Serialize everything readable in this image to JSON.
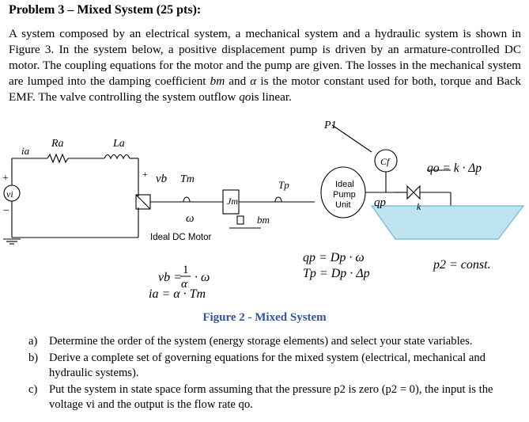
{
  "problem": {
    "title": "Problem 3 – Mixed System (25 pts):",
    "intro": {
      "part1": "A system composed by an electrical system, a mechanical system and a hydraulic system is shown in Figure 3. In the system below, a positive displacement pump is driven by an armature-controlled DC motor.  The coupling equations for the motor and the pump are given. The losses in the mechanical system are lumped into the damping coefficient ",
      "bm": "bm",
      "part2": " and ",
      "alpha": "α",
      "part3": " is the motor constant used for both, torque and Back EMF. The valve controlling the system outflow ",
      "qo": "qo",
      "part4": "is linear."
    }
  },
  "figure": {
    "label_P1": "P1",
    "label_Ra": "Ra",
    "label_La": "La",
    "label_ia": "ia",
    "label_vi": "vi",
    "label_plus": "+",
    "label_minus": "−",
    "label_plus2": "+",
    "label_vb": "vb",
    "label_Tm": "Tm",
    "label_Jm": "Jm",
    "label_Tp": "Tp",
    "label_omega": "ω",
    "label_bm": "bm",
    "label_motor": "Ideal DC Motor",
    "pump_line1": "Ideal",
    "pump_line2": "Pump",
    "pump_line3": "Unit",
    "label_qp": "qp",
    "label_Cf": "Cf",
    "label_k": "k",
    "eq_qo": "qo = k · Δp",
    "eq_vb": "vb = (1/α) · ω",
    "eq_vb_lhs": "vb =",
    "eq_vb_num": "1",
    "eq_vb_den": "α",
    "eq_vb_rhs": "· ω",
    "eq_ia": "ia = α · Tm",
    "eq_qp": "qp = Dp · ω",
    "eq_Tp": "Tp = Dp · Δp",
    "eq_p2": "p2 = const."
  },
  "caption": "Figure 2 - Mixed System",
  "questions": [
    {
      "label": "a)",
      "text": "Determine the order of the system (energy storage elements) and select your state variables."
    },
    {
      "label": "b)",
      "text": "Derive a complete set of governing equations for the mixed system (electrical, mechanical and hydraulic systems)."
    },
    {
      "label": "c)",
      "text": "Put the system in state space form assuming that the pressure p2 is zero (p2 = 0), the input is the voltage vi and the output is the flow rate qo."
    }
  ],
  "colors": {
    "caption": "#2F5597",
    "tank_fill": "#BDE3EE",
    "tank_stroke": "#6FB8CF"
  }
}
